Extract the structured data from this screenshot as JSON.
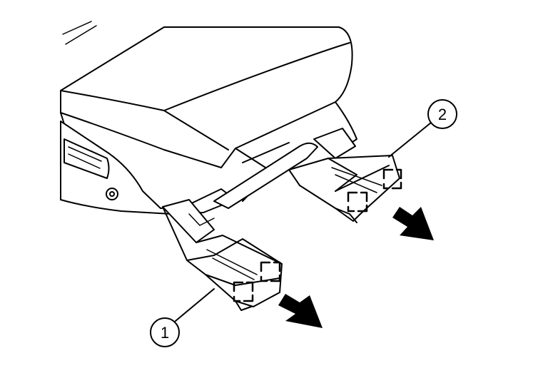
{
  "figure": {
    "callouts": [
      {
        "id": "1",
        "label": "1"
      },
      {
        "id": "2",
        "label": "2"
      }
    ],
    "colors": {
      "line": "#000000",
      "fill": "#ffffff",
      "arrow": "#000000"
    }
  }
}
